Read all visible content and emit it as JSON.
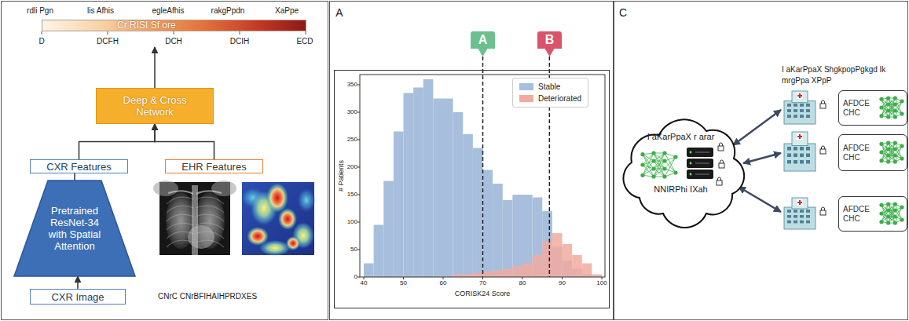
{
  "diagram": {
    "nodes": [
      {
        "text": [
          "Cr RISI Sf ore"
        ]
      },
      {
        "text": [
          "Deep & Cross Network"
        ]
      },
      {
        "text": [
          "CXR Features"
        ]
      },
      {
        "text": [
          "EHR Features"
        ]
      },
      {
        "text": [
          "Pretrained ResNet-34 with Spatial Attention"
        ]
      },
      {
        "text": [
          "CXR Image"
        ]
      },
      {
        "text": [
          "A"
        ]
      },
      {
        "text": [
          "B"
        ]
      },
      {
        "text": [
          "I aKarPpaX r arar",
          "NNIRPhi IXah"
        ]
      },
      {
        "text": [
          "AFDCE CHC"
        ]
      },
      {
        "text": [
          "AFDCE CHC"
        ]
      },
      {
        "text": [
          "AFDCE CHC"
        ]
      }
    ],
    "edges": [
      {
        "from": 5,
        "to": 4,
        "arrow": "to"
      },
      {
        "from": 4,
        "to": 2,
        "arrow": "none"
      },
      {
        "from": 2,
        "to": 1,
        "arrow": "to"
      },
      {
        "from": 3,
        "to": 1,
        "arrow": "to"
      },
      {
        "from": 1,
        "to": 0,
        "arrow": "to"
      }
    ],
    "labels": [
      "rdli Pgn",
      "lis Afhis",
      "egleAfhis",
      "rakgPpdn",
      "XaPpe",
      "D",
      "DCFH",
      "DCH",
      "DCIH",
      "ECD",
      "CNrC CNrBFIHAIHPRDXES",
      "A",
      "350",
      "300",
      "250",
      "200",
      "150",
      "100",
      "50",
      "0",
      "40",
      "50",
      "60",
      "70",
      "80",
      "90",
      "100",
      "# Patients",
      "CORISK24 Score",
      "C",
      "I aKarPpaX ShgkpopPgkgd Ik mrgPpa XPpP"
    ],
    "legend": [
      {
        "text": "Stable",
        "color": "#a7bfdc"
      },
      {
        "text": "Deteriorated",
        "color": "#f2aaa0"
      }
    ]
  }
}
